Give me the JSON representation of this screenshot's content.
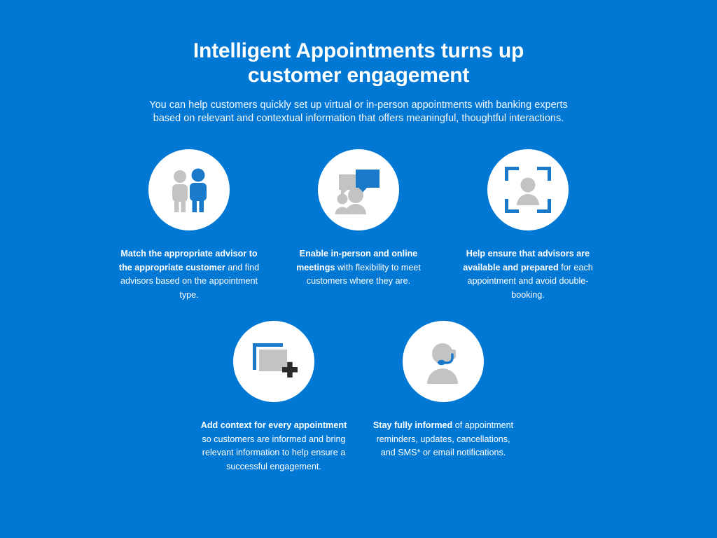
{
  "theme": {
    "background": "#0078d4",
    "circle_fill": "#ffffff",
    "icon_gray": "#c3c3c3",
    "icon_blue": "#1a7ac9",
    "icon_dark": "#2b2b2b",
    "text": "#ffffff"
  },
  "header": {
    "title": "Intelligent Appointments turns up customer engagement",
    "subtitle": "You can help customers quickly set up virtual or in-person appointments with banking experts based on relevant and contextual information that offers meaningful, thoughtful interactions."
  },
  "features": [
    {
      "icon": "two-people-icon",
      "bold": "Match the appropriate advisor to the appropriate customer",
      "regular": " and find advisors based on the appointment type."
    },
    {
      "icon": "speech-bubbles-people-icon",
      "bold": "Enable in-person and online meetings",
      "regular": " with flexibility to meet customers where they are."
    },
    {
      "icon": "person-focus-frame-icon",
      "bold": "Help ensure that advisors are available and prepared",
      "regular": " for each appointment and avoid double-booking."
    },
    {
      "icon": "add-window-icon",
      "bold": "Add context for every appointment",
      "regular": " so customers are informed and bring relevant information to help ensure a successful engagement."
    },
    {
      "icon": "headset-agent-icon",
      "bold": "Stay fully informed",
      "regular": " of appointment reminders, updates, cancellations, and SMS* or email notifications."
    }
  ]
}
